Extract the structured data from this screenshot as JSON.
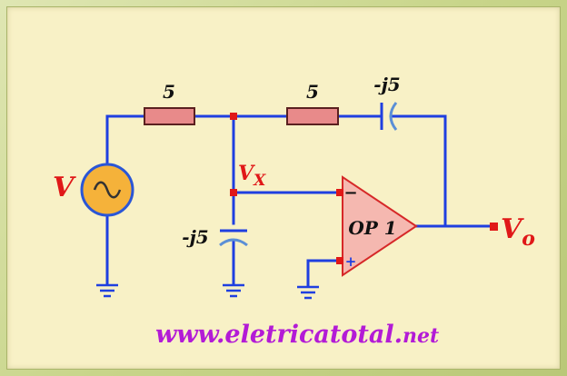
{
  "labels": {
    "r1": "5",
    "r2": "5",
    "c_top": "-j5",
    "c_bottom": "-j5",
    "source": "V",
    "node_main": "V",
    "node_sub": "X",
    "out_main": "V",
    "out_sub": "o",
    "opamp": "OP 1",
    "minus": "−",
    "plus": "+"
  },
  "footer": {
    "url_main": "www.eletricatotal.",
    "url_tld": "net"
  },
  "colors": {
    "wire": "#1f3fe0",
    "resistor": "#e88a8a",
    "opamp_fill": "#f5b8b0",
    "opamp_stroke": "#d62828",
    "source_fill": "#f5b23a",
    "node": "#e01818",
    "red_text": "#e01818",
    "url": "#b31bd6",
    "capacitor": "#5b8fd6"
  }
}
